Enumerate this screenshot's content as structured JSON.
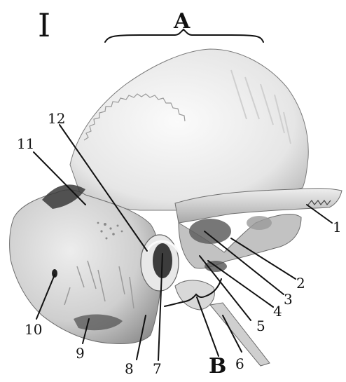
{
  "figure": {
    "panel_label": "I",
    "region_labels": [
      "A",
      "B"
    ],
    "callouts": [
      "1",
      "2",
      "3",
      "4",
      "5",
      "6",
      "7",
      "8",
      "9",
      "10",
      "11",
      "12"
    ]
  }
}
